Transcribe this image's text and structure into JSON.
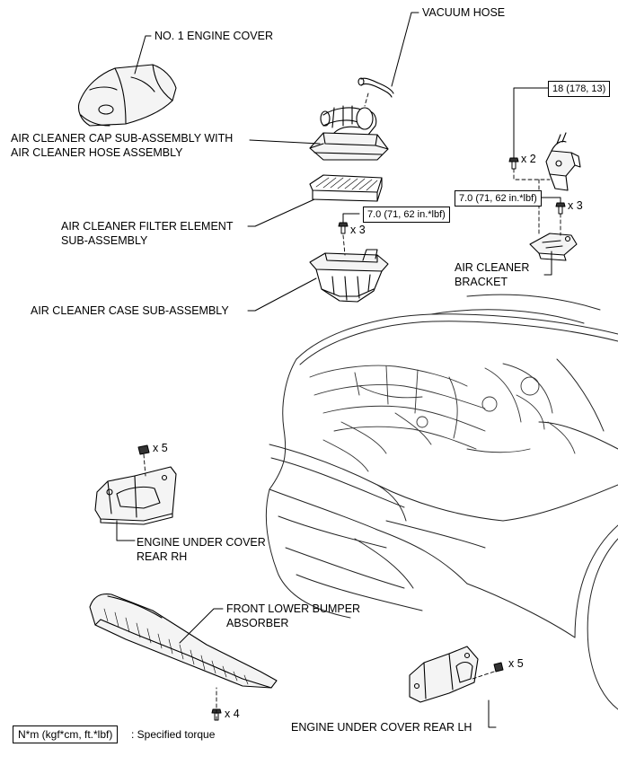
{
  "labels": {
    "vacuum_hose": "VACUUM HOSE",
    "no1_engine_cover": "NO. 1 ENGINE COVER",
    "air_cleaner_cap_1": "AIR CLEANER CAP SUB-ASSEMBLY WITH",
    "air_cleaner_cap_2": "AIR CLEANER HOSE ASSEMBLY",
    "filter_element_1": "AIR CLEANER FILTER ELEMENT",
    "filter_element_2": "SUB-ASSEMBLY",
    "case_sub_assembly": "AIR CLEANER CASE SUB-ASSEMBLY",
    "bracket_1": "AIR CLEANER",
    "bracket_2": "BRACKET",
    "under_cover_rh_1": "ENGINE UNDER COVER",
    "under_cover_rh_2": "REAR RH",
    "bumper_absorber_1": "FRONT LOWER BUMPER",
    "bumper_absorber_2": "ABSORBER",
    "under_cover_lh": "ENGINE UNDER COVER REAR LH"
  },
  "torque": {
    "bracket_bolts": "18 (178, 13)",
    "bracket_lower": "7.0 (71, 62 in.*lbf)",
    "case_bolts": "7.0 (71, 62 in.*lbf)"
  },
  "quantities": {
    "bracket_bolt_qty": "x 2",
    "bracket_lower_qty": "x 3",
    "case_bolt_qty": "x 3",
    "rh_cover_qty": "x 5",
    "lh_cover_qty": "x 5",
    "bumper_qty": "x 4"
  },
  "legend": {
    "unit_box": "N*m (kgf*cm, ft.*lbf)",
    "unit_text": ": Specified torque"
  }
}
